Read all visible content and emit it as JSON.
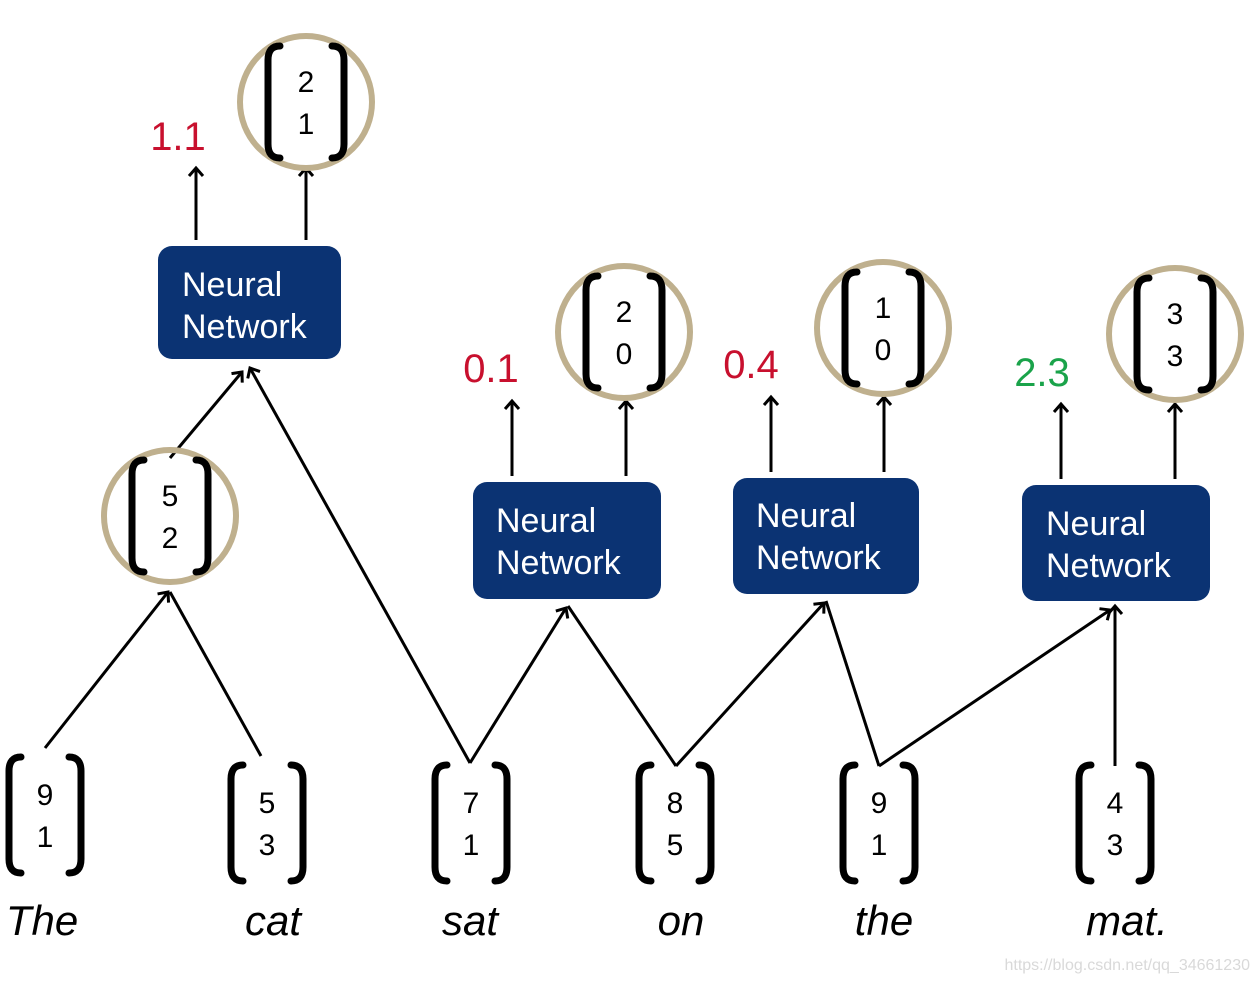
{
  "colors": {
    "nn_box": "#0b3373",
    "nn_text": "#ffffff",
    "circle_ring": "#bfb08e",
    "score_red": "#c8102e",
    "score_green": "#1aa34a",
    "line": "#000000"
  },
  "words": [
    {
      "id": "w1",
      "text": "The",
      "vector": [
        "9",
        "1"
      ]
    },
    {
      "id": "w2",
      "text": "cat",
      "vector": [
        "5",
        "3"
      ]
    },
    {
      "id": "w3",
      "text": "sat",
      "vector": [
        "7",
        "1"
      ]
    },
    {
      "id": "w4",
      "text": "on",
      "vector": [
        "8",
        "5"
      ]
    },
    {
      "id": "w5",
      "text": "the",
      "vector": [
        "9",
        "1"
      ]
    },
    {
      "id": "w6",
      "text": "mat.",
      "vector": [
        "4",
        "3"
      ]
    }
  ],
  "parent_vector": {
    "id": "p1",
    "vector": [
      "5",
      "2"
    ]
  },
  "networks": [
    {
      "id": "nn1",
      "line1": "Neural",
      "line2": "Network",
      "score": "1.1",
      "score_color": "red",
      "output": [
        "2",
        "1"
      ]
    },
    {
      "id": "nn2",
      "line1": "Neural",
      "line2": "Network",
      "score": "0.1",
      "score_color": "red",
      "output": [
        "2",
        "0"
      ]
    },
    {
      "id": "nn3",
      "line1": "Neural",
      "line2": "Network",
      "score": "0.4",
      "score_color": "red",
      "output": [
        "1",
        "0"
      ]
    },
    {
      "id": "nn4",
      "line1": "Neural",
      "line2": "Network",
      "score": "2.3",
      "score_color": "green",
      "output": [
        "3",
        "3"
      ]
    }
  ],
  "watermark": "https://blog.csdn.net/qq_34661230"
}
